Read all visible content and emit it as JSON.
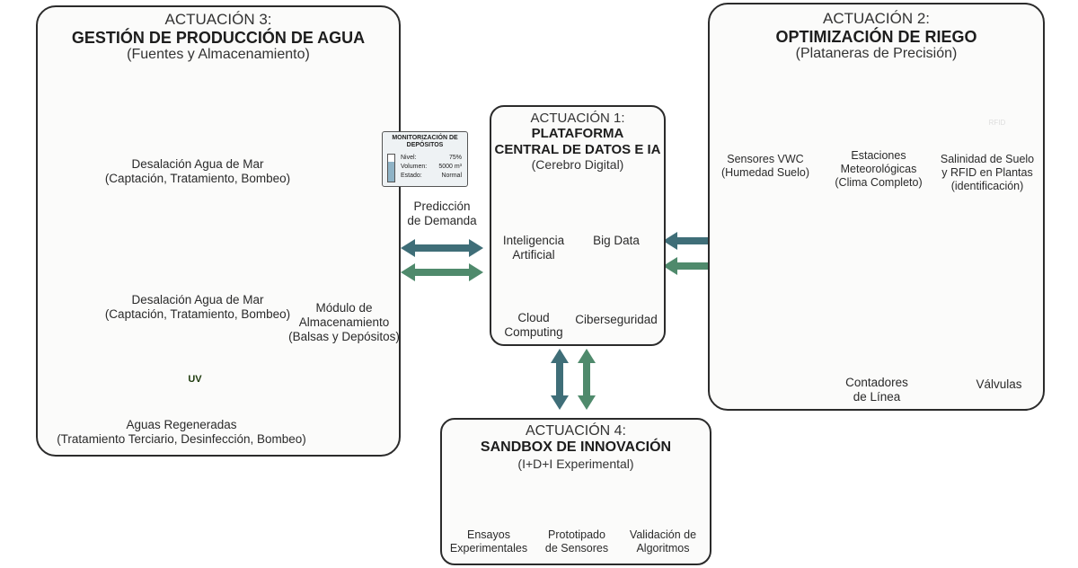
{
  "act3": {
    "label": "ACTUACIÓN 3:",
    "title": "GESTIÓN DE PRODUCCIÓN DE AGUA",
    "subtitle": "(Fuentes y Almacenamiento)",
    "desal1": {
      "line1": "Desalación Agua de Mar",
      "line2": "(Captación, Tratamiento, Bombeo)"
    },
    "desal2": {
      "line1": "Desalación Agua de Mar",
      "line2": "(Captación, Tratamiento, Bombeo)"
    },
    "regen": {
      "line1": "Aguas Regeneradas",
      "line2": "(Tratamiento Terciario, Desinfección, Bombeo)"
    },
    "uv_text": "UV",
    "storage": {
      "line1": "Módulo de",
      "line2": "Almacenamiento",
      "line3": "(Balsas y Depósitos)"
    },
    "monitor": {
      "title1": "MONITORIZACIÓN DE",
      "title2": "DEPÓSITOS",
      "rows": [
        {
          "k": "Nivel:",
          "v": "75%"
        },
        {
          "k": "Volumen:",
          "v": "5000 m³"
        },
        {
          "k": "Estado:",
          "v": "Normal"
        }
      ]
    }
  },
  "prediction": {
    "line1": "Predicción",
    "line2": "de Demanda"
  },
  "act1": {
    "label": "ACTUACIÓN 1:",
    "title1": "PLATAFORMA",
    "title2": "CENTRAL DE DATOS E IA",
    "subtitle": "(Cerebro Digital)",
    "items": [
      {
        "line1": "Inteligencia",
        "line2": "Artificial",
        "icon": "brain-head-icon"
      },
      {
        "line1": "Big Data",
        "line2": "",
        "icon": "database-gear-icon"
      },
      {
        "line1": "Cloud",
        "line2": "Computing",
        "icon": "cloud-network-icon"
      },
      {
        "line1": "Ciberseguridad",
        "line2": "",
        "icon": "shield-lock-icon"
      }
    ]
  },
  "act2": {
    "label": "ACTUACIÓN 2:",
    "title": "OPTIMIZACIÓN DE RIEGO",
    "subtitle": "(Plataneras de Precisión)",
    "sensors": {
      "line1": "Sensores VWC",
      "line2": "(Humedad Suelo)"
    },
    "weather": {
      "line1": "Estaciones",
      "line2": "Meteorológicas",
      "line3": "(Clima Completo)"
    },
    "salinity": {
      "line1": "Salinidad de Suelo",
      "line2": "y RFID en Plantas",
      "line3": "(identificación)"
    },
    "rfid_text": "RFID",
    "meters": {
      "line1": "Contadores",
      "line2": "de Línea"
    },
    "valves": {
      "line1": "Válvulas"
    }
  },
  "act4": {
    "label": "ACTUACIÓN 4:",
    "title": "SANDBOX DE INNOVACIÓN",
    "subtitle": "(I+D+I Experimental)",
    "items": [
      {
        "line1": "Ensayos",
        "line2": "Experimentales",
        "icon": "test-tubes-icon"
      },
      {
        "line1": "Prototipado",
        "line2": "de Sensores",
        "icon": "chip-icon"
      },
      {
        "line1": "Validación de",
        "line2": "Algoritmos",
        "icon": "gear-check-icon"
      }
    ]
  },
  "colors": {
    "arrow_dark": "#3f6e78",
    "arrow_green": "#4f8a6c",
    "water": "#8fb3c6",
    "plant": "#3d6b3a",
    "steel": "#9a9a9a"
  }
}
